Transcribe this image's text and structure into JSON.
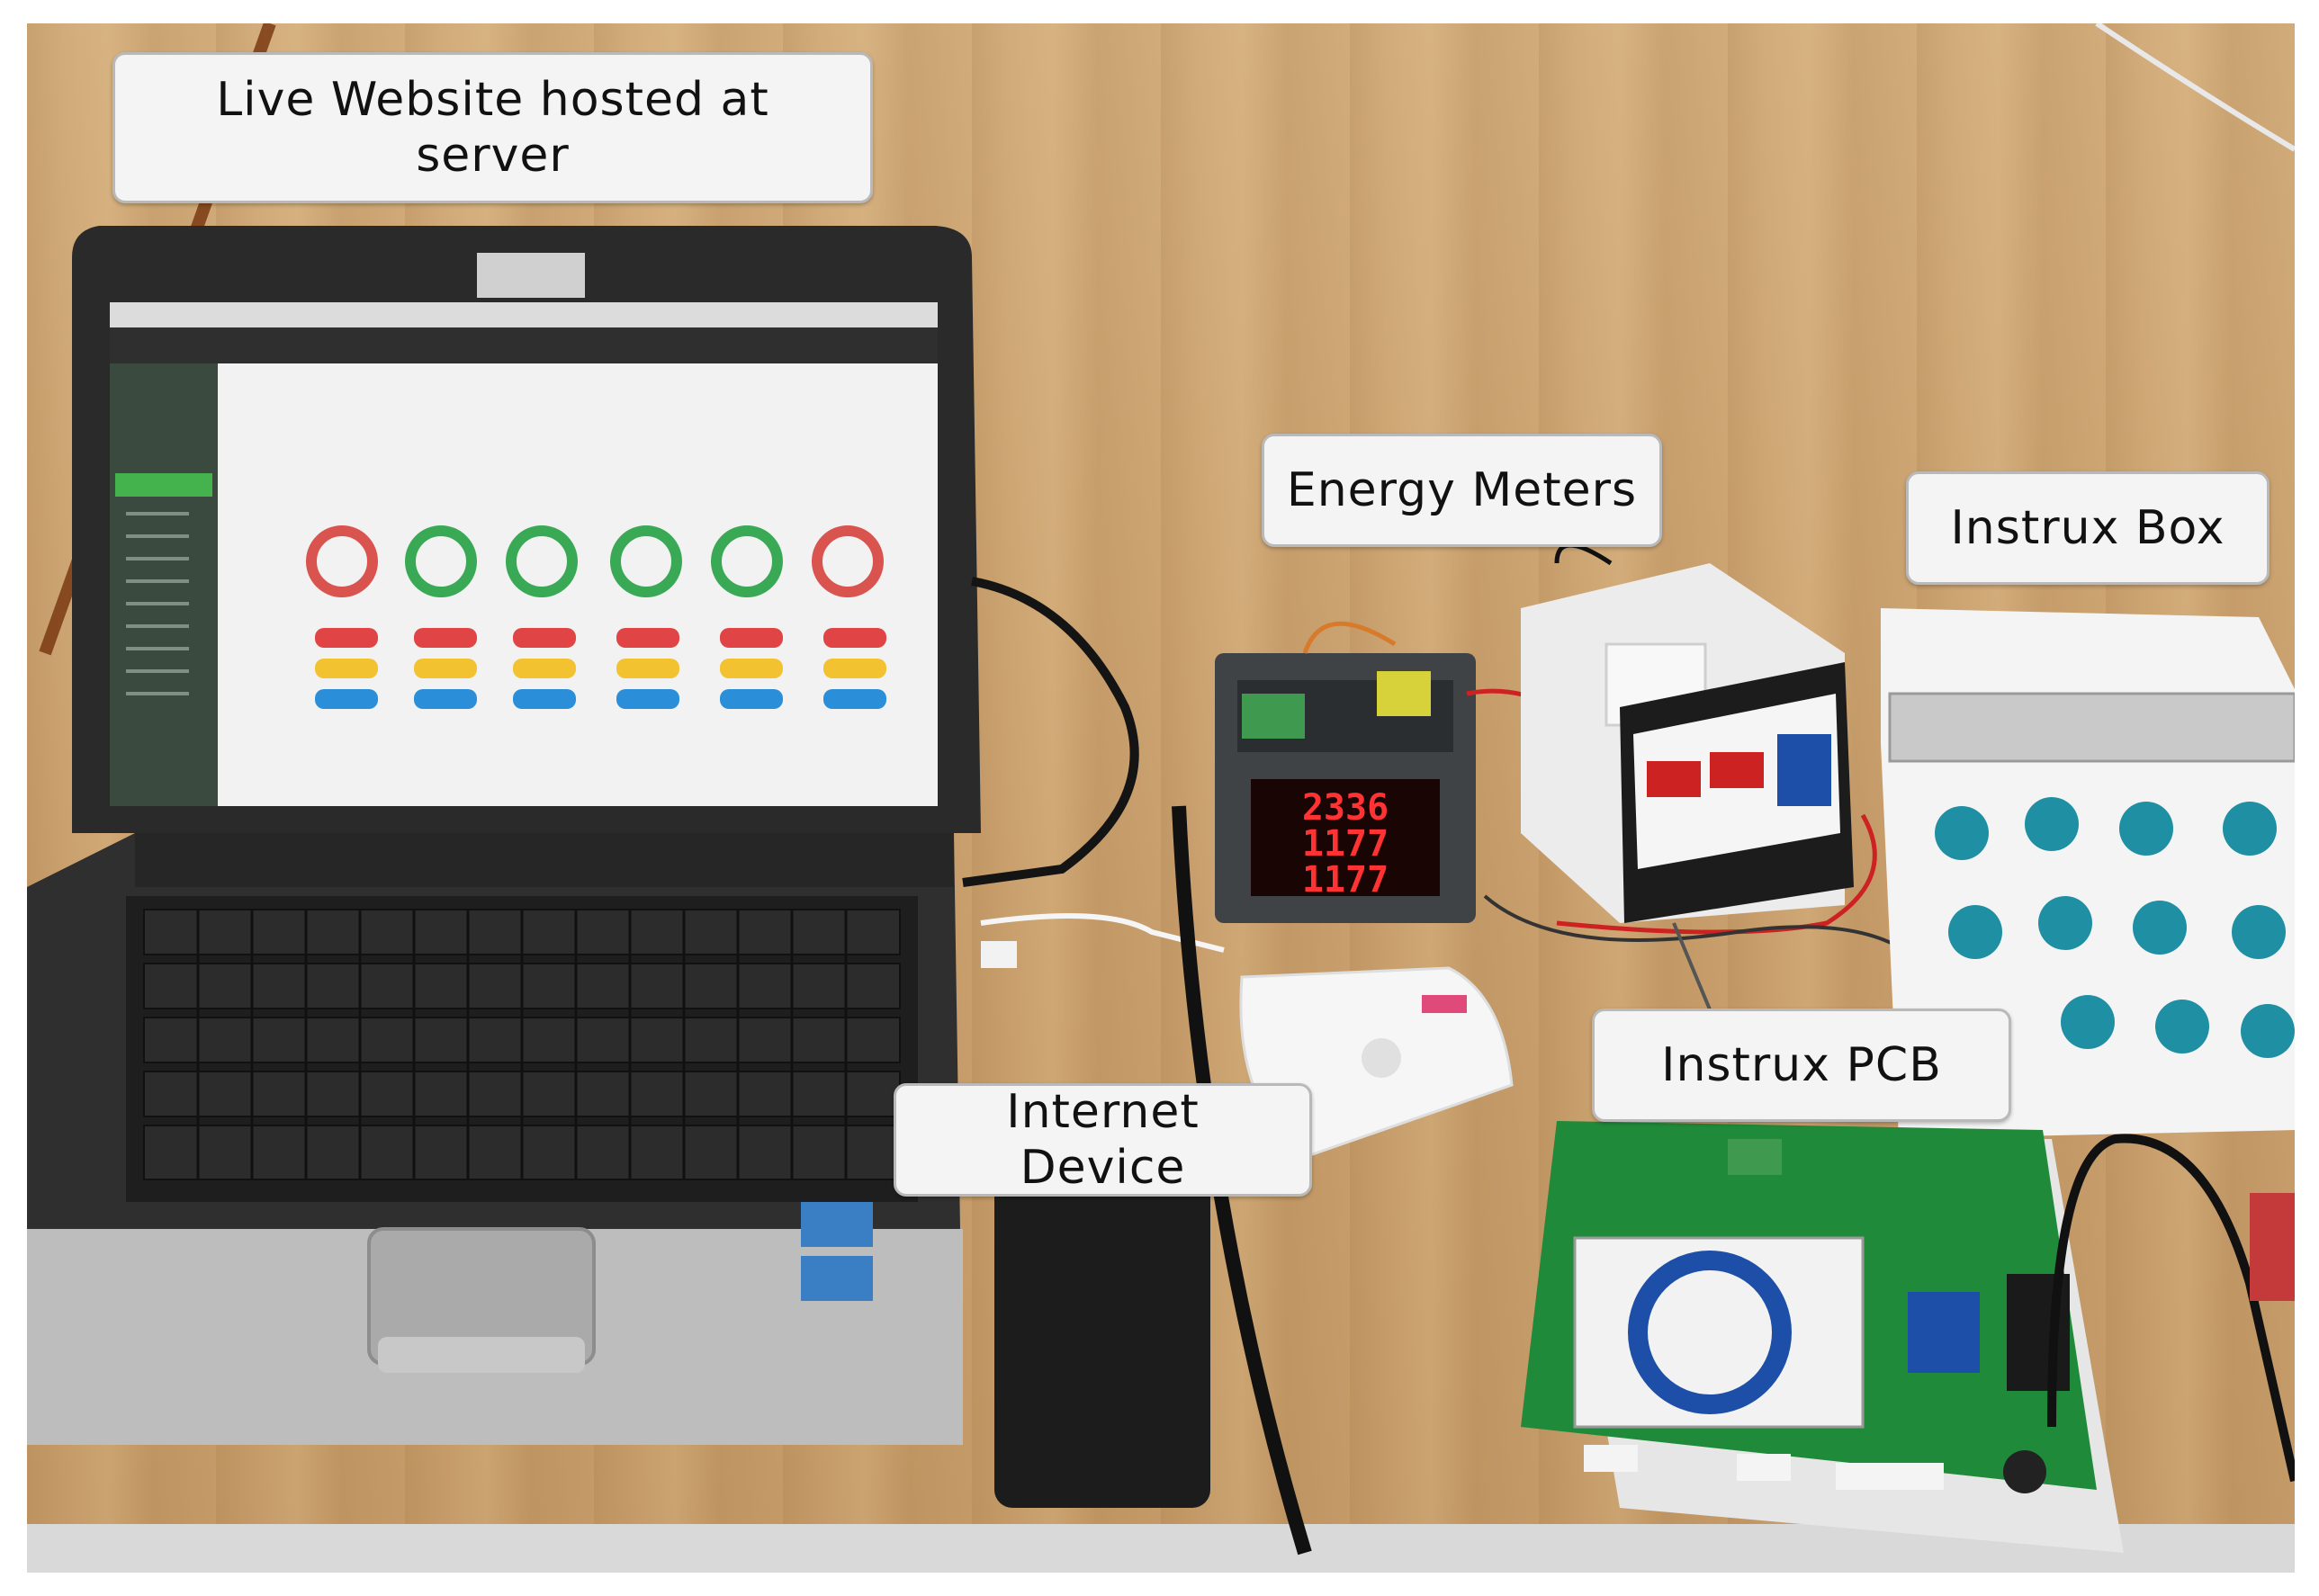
{
  "labels": {
    "website": "Live Website hosted at server",
    "energy_meters": "Energy Meters",
    "instrux_box": "Instrux Box",
    "instrux_pcb": "Instrux PCB",
    "internet_device": "Internet Device"
  },
  "meter_display": [
    "2336",
    "1177",
    "1177"
  ],
  "colors": {
    "table": "#cda877",
    "laptop_body": "#2b2b2b",
    "screen_bg": "#f2f2f2",
    "sidebar": "#3a4a3f",
    "pcb_green": "#1f8a3a",
    "meter_led": "#ff3333"
  }
}
